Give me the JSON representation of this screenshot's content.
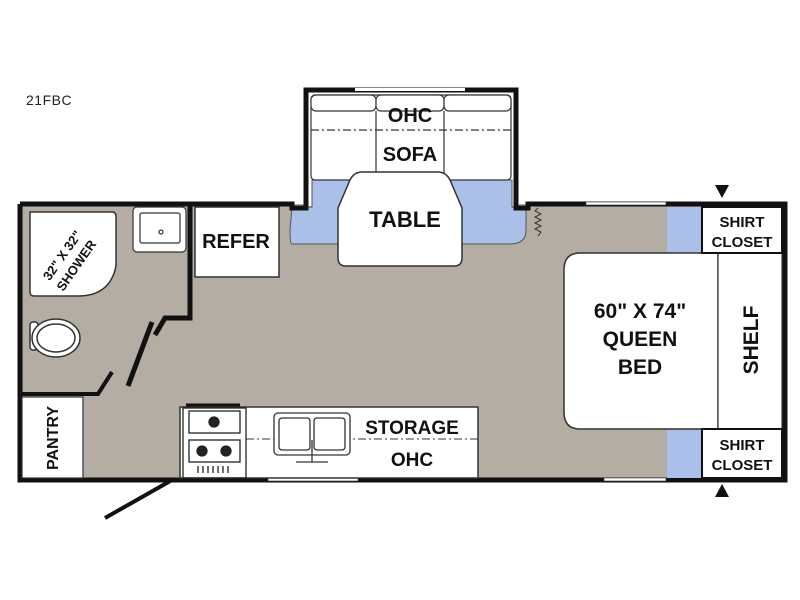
{
  "model": "21FBC",
  "labels": {
    "shower": [
      "32\" X 32\"",
      "SHOWER"
    ],
    "refer": "REFER",
    "pantry": "PANTRY",
    "ohc_top": "OHC",
    "sofa": "SOFA",
    "table": "TABLE",
    "bed": [
      "60\" X 74\"",
      "QUEEN",
      "BED"
    ],
    "shelf": "SHELF",
    "shirt_closet_top": [
      "SHIRT",
      "CLOSET"
    ],
    "shirt_closet_bottom": [
      "SHIRT",
      "CLOSET"
    ],
    "storage": "STORAGE",
    "ohc_bottom": "OHC"
  },
  "colors": {
    "floor": "#b4ada3",
    "seat": "#aac0e8",
    "wall": "#111111"
  }
}
